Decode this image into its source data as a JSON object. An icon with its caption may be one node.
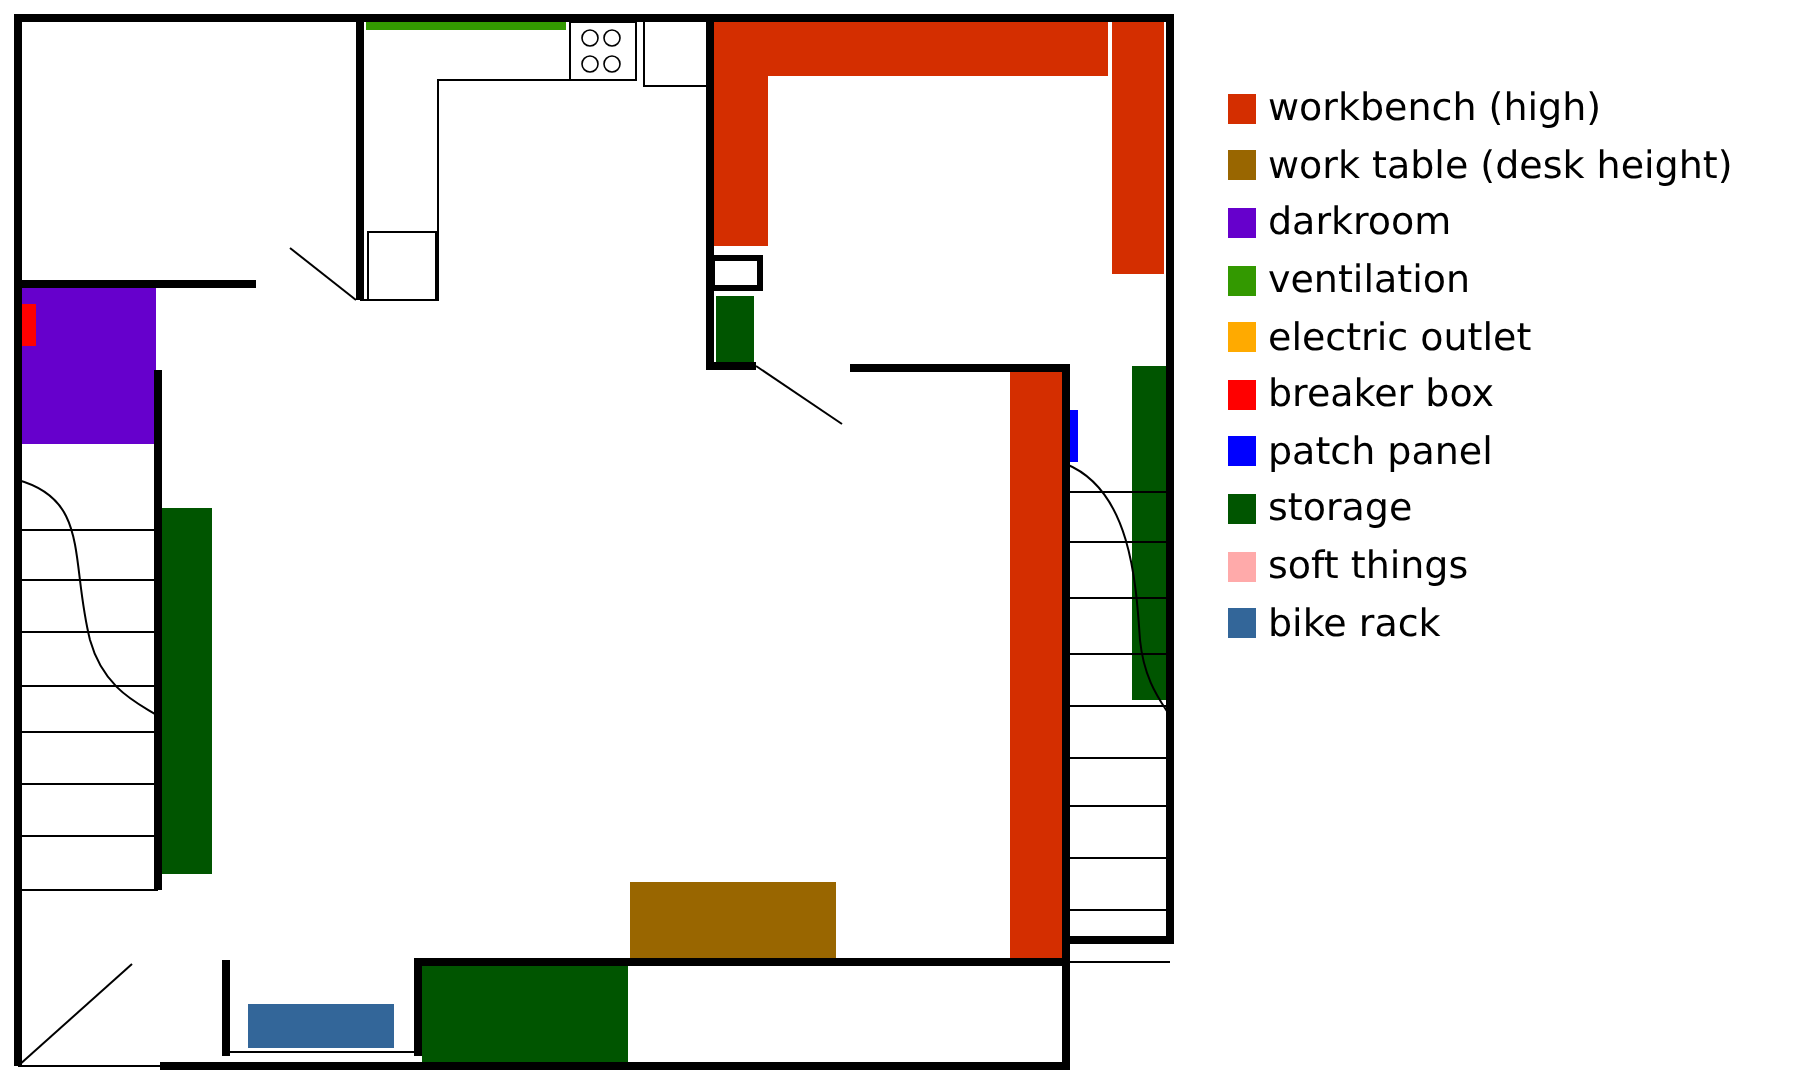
{
  "diagram": {
    "legend": [
      {
        "text": "workbench (high)",
        "color": "#d42e00"
      },
      {
        "text": "work table (desk height)",
        "color": "#996600"
      },
      {
        "text": "darkroom",
        "color": "#6600cc"
      },
      {
        "text": "ventilation",
        "color": "#339900"
      },
      {
        "text": "electric outlet",
        "color": "#ffaa00"
      },
      {
        "text": "breaker box",
        "color": "#ff0000"
      },
      {
        "text": "patch panel",
        "color": "#0000ff"
      },
      {
        "text": "storage",
        "color": "#005500"
      },
      {
        "text": "soft things",
        "color": "#ffaaaa"
      },
      {
        "text": "bike rack",
        "color": "#336699"
      }
    ]
  }
}
